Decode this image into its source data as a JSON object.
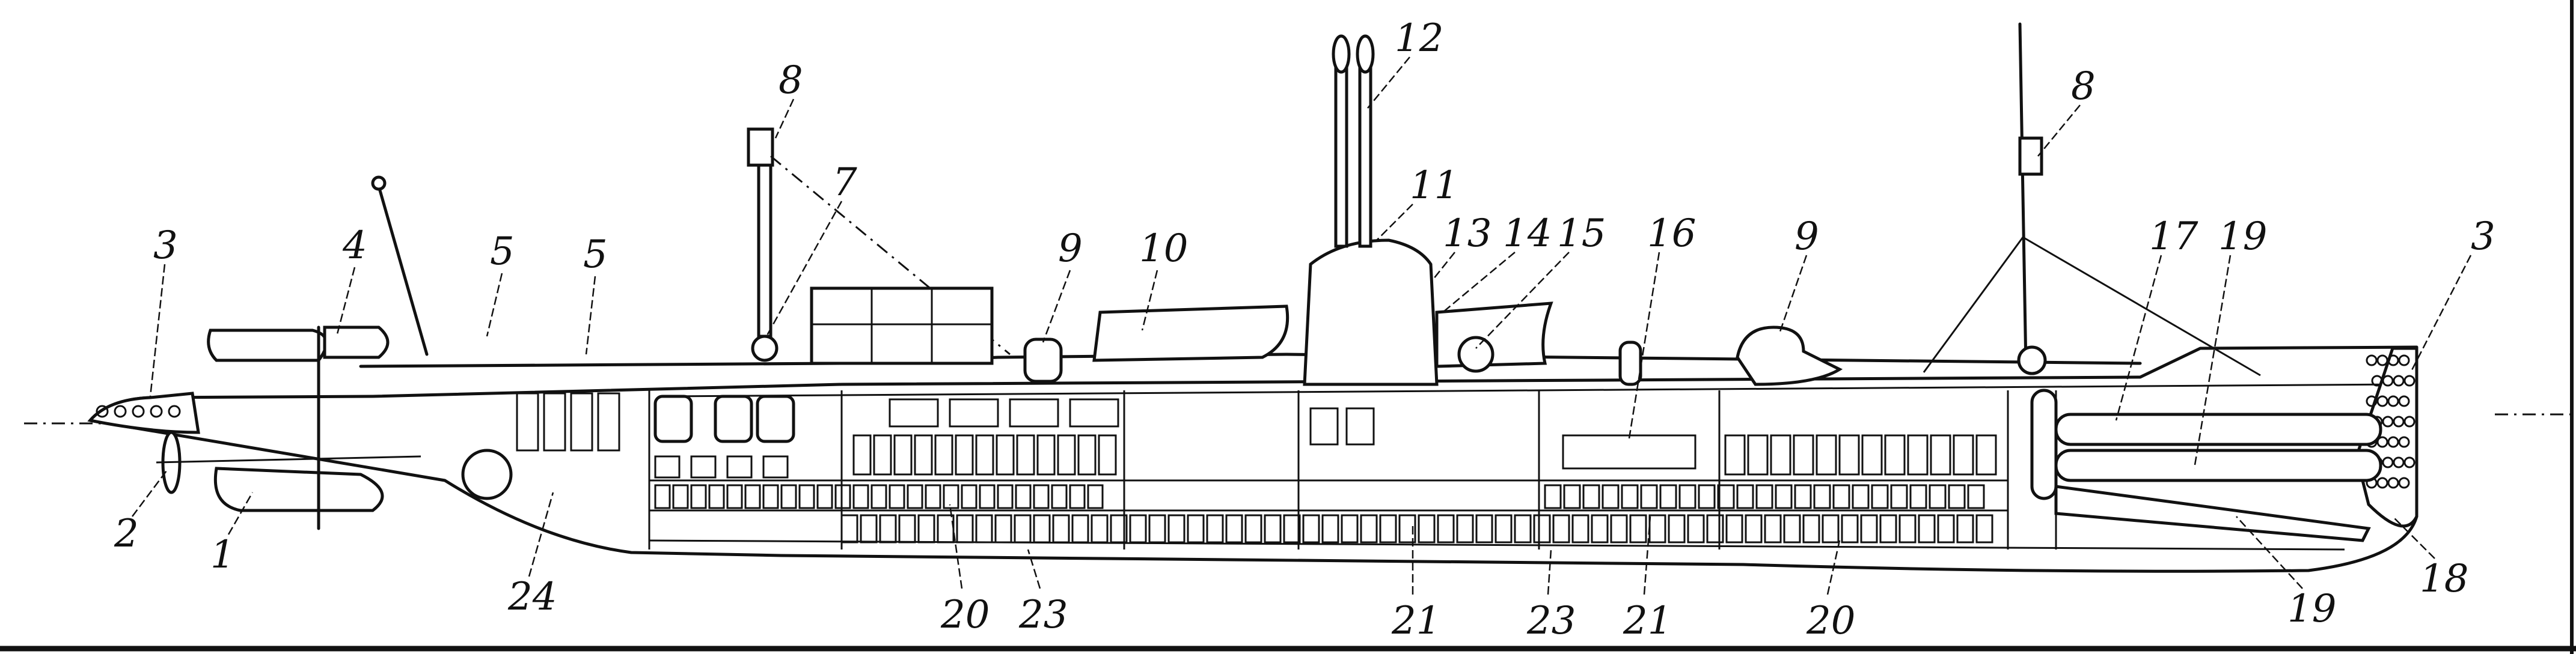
{
  "diagram": {
    "type": "submarine longitudinal section",
    "labels": {
      "stern_ballast": "3",
      "rudder_stock": "4",
      "aft_5a": "5",
      "aft_5b": "5",
      "periscope_7": "7",
      "mast_8_aft": "8",
      "hatch_9_aft": "9",
      "boat_10": "10",
      "tower_11": "11",
      "periscopes_12": "12",
      "item_13": "13",
      "item_14": "14",
      "item_15": "15",
      "item_16": "16",
      "hatch_9_fwd": "9",
      "mast_8_fwd": "8",
      "tubes_17": "17",
      "item_19_top": "19",
      "bow_ballast": "3",
      "propeller_2": "2",
      "rudder_1": "1",
      "item_24": "24",
      "batt_20_aft": "20",
      "keel_23_aft": "23",
      "batt_21_a": "21",
      "keel_23_fwd": "23",
      "batt_21_b": "21",
      "batt_20_fwd": "20",
      "item_19_bottom": "19",
      "item_18": "18"
    }
  }
}
